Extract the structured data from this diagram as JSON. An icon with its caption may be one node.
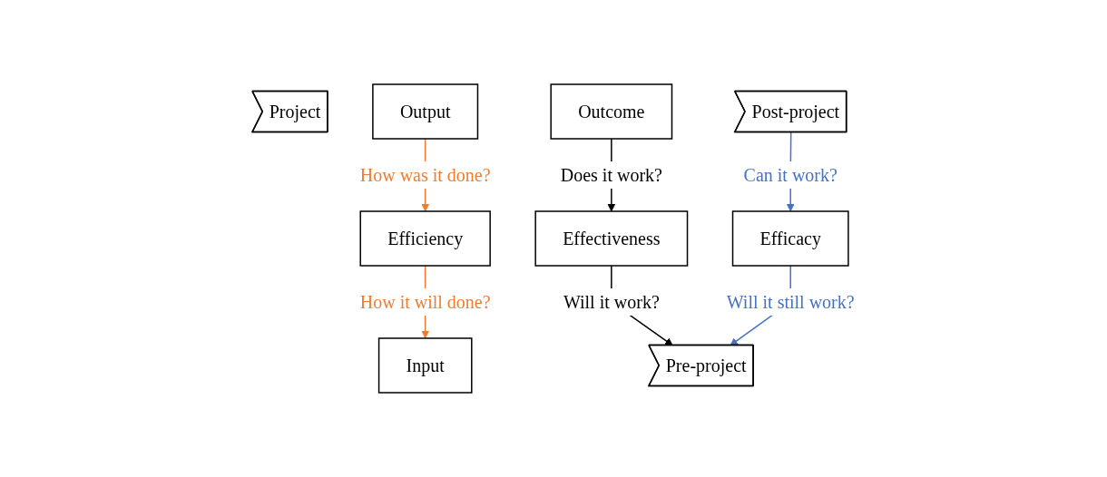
{
  "diagram": {
    "nodes": [
      {
        "text": [
          "Effectiveness"
        ]
      },
      {
        "text": [
          "Efficacy"
        ]
      },
      {
        "text": [
          "Efficiency"
        ]
      },
      {
        "text": [
          "Pre-project"
        ]
      },
      {
        "text": [
          "Input"
        ]
      },
      {
        "text": [
          "Project"
        ]
      },
      {
        "text": [
          "Output"
        ]
      },
      {
        "text": [
          "Post-project"
        ]
      },
      {
        "text": [
          "Outcome"
        ]
      }
    ],
    "edges": [
      {
        "from": 8,
        "to": 0,
        "arrow": "to",
        "label": "Does it work?"
      },
      {
        "from": 0,
        "to": 3,
        "arrow": "to",
        "label": "Will it work?"
      },
      {
        "from": 7,
        "to": 1,
        "arrow": "to",
        "label": "Can it work?",
        "color": "#4472c4"
      },
      {
        "from": 1,
        "to": 3,
        "arrow": "to",
        "label": "Will it still work?",
        "color": "#4472c4"
      },
      {
        "from": 6,
        "to": 2,
        "arrow": "to",
        "label": "How was it done?",
        "color": "#ed7d31"
      },
      {
        "from": 2,
        "to": 4,
        "arrow": "to",
        "label": "How it will done?",
        "color": "#ed7d31"
      }
    ]
  }
}
